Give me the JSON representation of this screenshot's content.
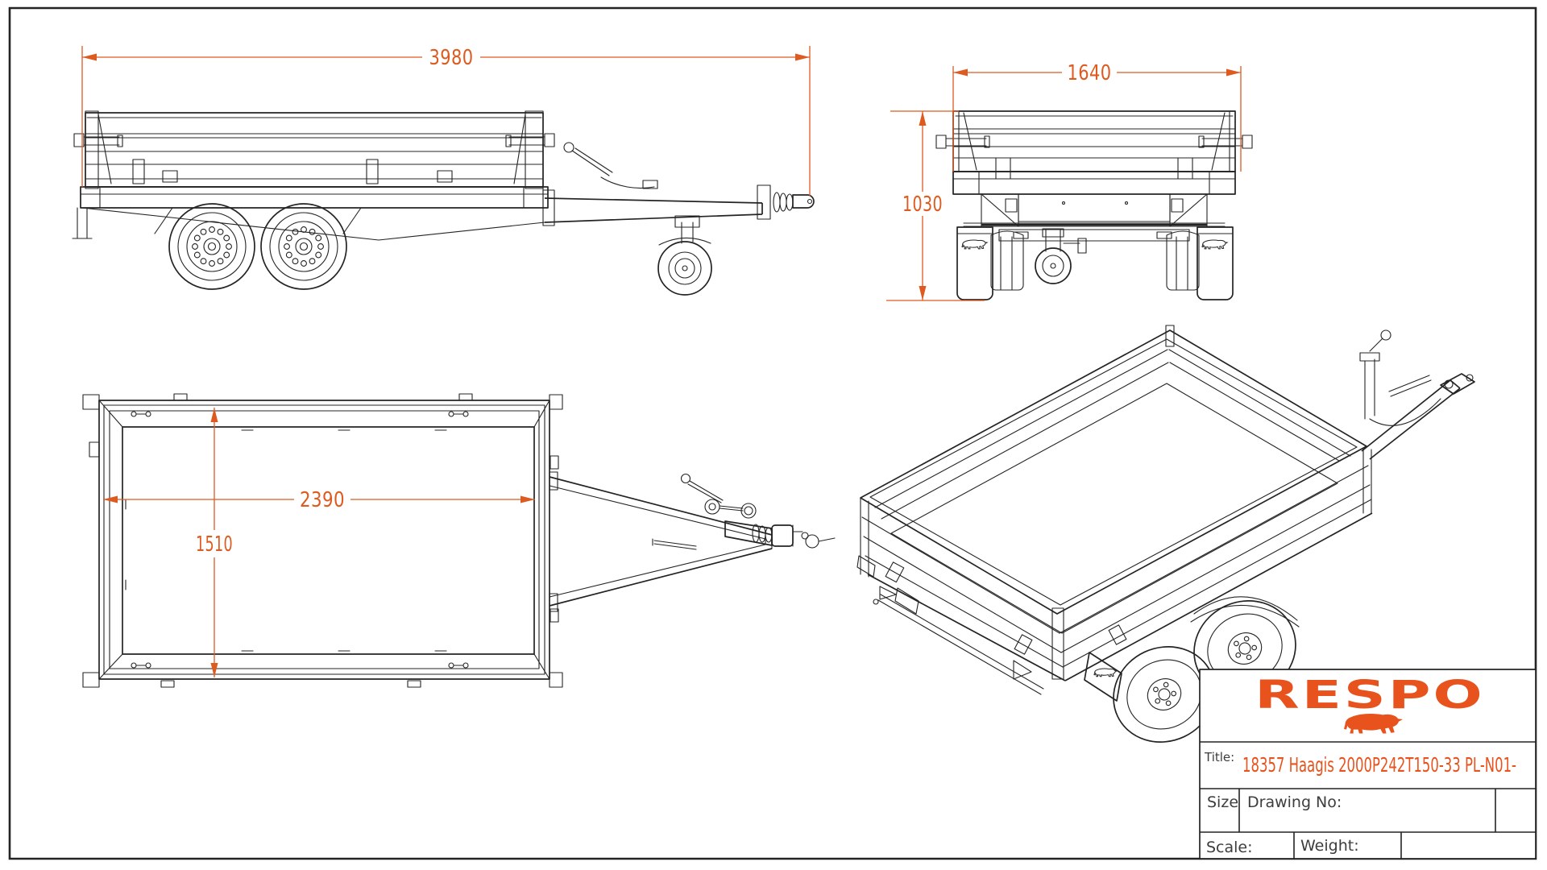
{
  "colors": {
    "background": "#ffffff",
    "line": "#242424",
    "dimension": "#DD5B20",
    "accent": "#E8521C",
    "label": "#3d3d3d"
  },
  "dimensions": {
    "overall_length": "3980",
    "overall_width": "1640",
    "overall_height": "1030",
    "bed_length": "2390",
    "bed_width": "1510"
  },
  "title_block": {
    "logo_text": "RESPO",
    "logo_icon": "bull-icon",
    "title_label": "Title:",
    "title_value": "18357 Haagis 2000P242T150-33 PL-N01-",
    "size_label": "Size",
    "drawing_no_label": "Drawing No:",
    "scale_label": "Scale:",
    "weight_label": "Weight:"
  }
}
